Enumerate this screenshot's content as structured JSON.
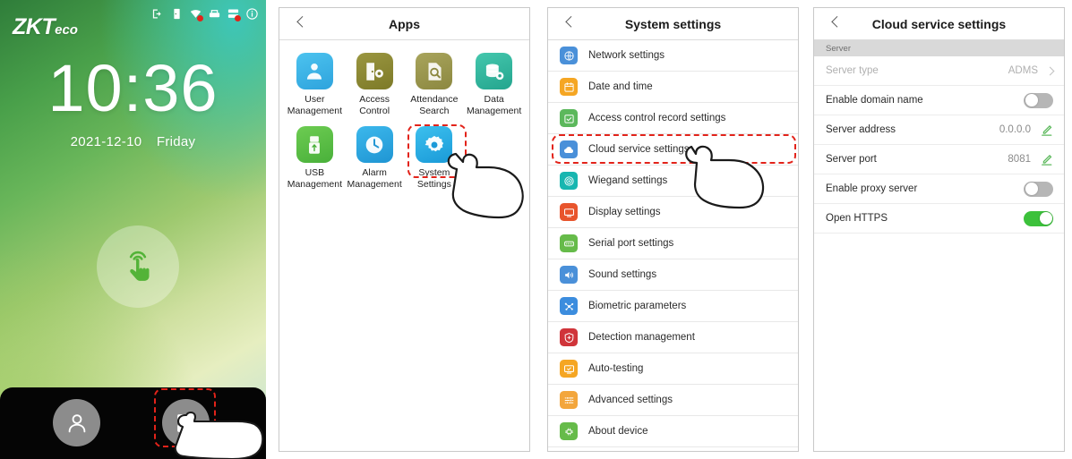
{
  "home": {
    "brand_big": "ZKT",
    "brand_small": "eco",
    "time": "10:36",
    "date": "2021-12-10",
    "weekday": "Friday",
    "status_icons": [
      {
        "name": "exit-icon",
        "badge": false
      },
      {
        "name": "door-icon",
        "badge": false
      },
      {
        "name": "wifi-icon",
        "badge": true
      },
      {
        "name": "printer-icon",
        "badge": false
      },
      {
        "name": "server-icon",
        "badge": true
      },
      {
        "name": "info-icon",
        "badge": false
      }
    ],
    "touch_hint_icon": "touch-finger-icon",
    "dock": [
      {
        "name": "user-login-button",
        "icon": "person-icon"
      },
      {
        "name": "apps-menu-button",
        "icon": "apps-grid-icon"
      }
    ],
    "accent_green": "#3cc13b",
    "badge_red": "#e2231a"
  },
  "apps": {
    "title": "Apps",
    "back_label": "back",
    "items": [
      {
        "label": "User\nManagement",
        "icon": "user-management-icon",
        "color": "#3fb6e8"
      },
      {
        "label": "Access Control",
        "icon": "access-control-icon",
        "color": "#8d8a33"
      },
      {
        "label": "Attendance\nSearch",
        "icon": "attendance-search-icon",
        "color": "#9a9750"
      },
      {
        "label": "Data\nManagement",
        "icon": "data-management-icon",
        "color": "#34b9a0"
      },
      {
        "label": "USB\nManagement",
        "icon": "usb-management-icon",
        "color": "#5ec24a"
      },
      {
        "label": "Alarm\nManagement",
        "icon": "alarm-management-icon",
        "color": "#2ba8e0"
      },
      {
        "label": "System Settings",
        "icon": "system-settings-icon",
        "color": "#29ace3"
      }
    ],
    "highlighted_item": "System Settings"
  },
  "system_settings": {
    "title": "System settings",
    "back_label": "back",
    "items": [
      {
        "label": "Network settings",
        "icon": "network-icon",
        "color": "#4a90d9"
      },
      {
        "label": "Date and time",
        "icon": "calendar-icon",
        "color": "#f5a623"
      },
      {
        "label": "Access control record settings",
        "icon": "record-icon",
        "color": "#5cb85c"
      },
      {
        "label": "Cloud service settings",
        "icon": "cloud-icon",
        "color": "#4a90d9"
      },
      {
        "label": "Wiegand settings",
        "icon": "wiegand-icon",
        "color": "#18b6b0"
      },
      {
        "label": "Display settings",
        "icon": "display-icon",
        "color": "#e8552d"
      },
      {
        "label": "Serial port settings",
        "icon": "serial-port-icon",
        "color": "#66bb4a"
      },
      {
        "label": "Sound settings",
        "icon": "sound-icon",
        "color": "#4a90d9"
      },
      {
        "label": "Biometric parameters",
        "icon": "biometric-icon",
        "color": "#3c8dde"
      },
      {
        "label": "Detection management",
        "icon": "detection-icon",
        "color": "#d0343a"
      },
      {
        "label": "Auto-testing",
        "icon": "auto-testing-icon",
        "color": "#f5a623"
      },
      {
        "label": "Advanced settings",
        "icon": "advanced-icon",
        "color": "#f3a63c"
      },
      {
        "label": "About device",
        "icon": "about-device-icon",
        "color": "#66bb4a"
      }
    ],
    "highlighted_item": "Cloud service settings"
  },
  "cloud_settings": {
    "title": "Cloud service settings",
    "back_label": "back",
    "section_header": "Server",
    "rows": [
      {
        "label": "Server type",
        "value": "ADMS",
        "control": "chevron",
        "disabled": true
      },
      {
        "label": "Enable domain name",
        "value": "",
        "control": "toggle-off",
        "disabled": false
      },
      {
        "label": "Server address",
        "value": "0.0.0.0",
        "control": "pencil",
        "disabled": false
      },
      {
        "label": "Server port",
        "value": "8081",
        "control": "pencil",
        "disabled": false
      },
      {
        "label": "Enable proxy server",
        "value": "",
        "control": "toggle-off",
        "disabled": false
      },
      {
        "label": "Open HTTPS",
        "value": "",
        "control": "toggle-on",
        "disabled": false
      }
    ]
  }
}
